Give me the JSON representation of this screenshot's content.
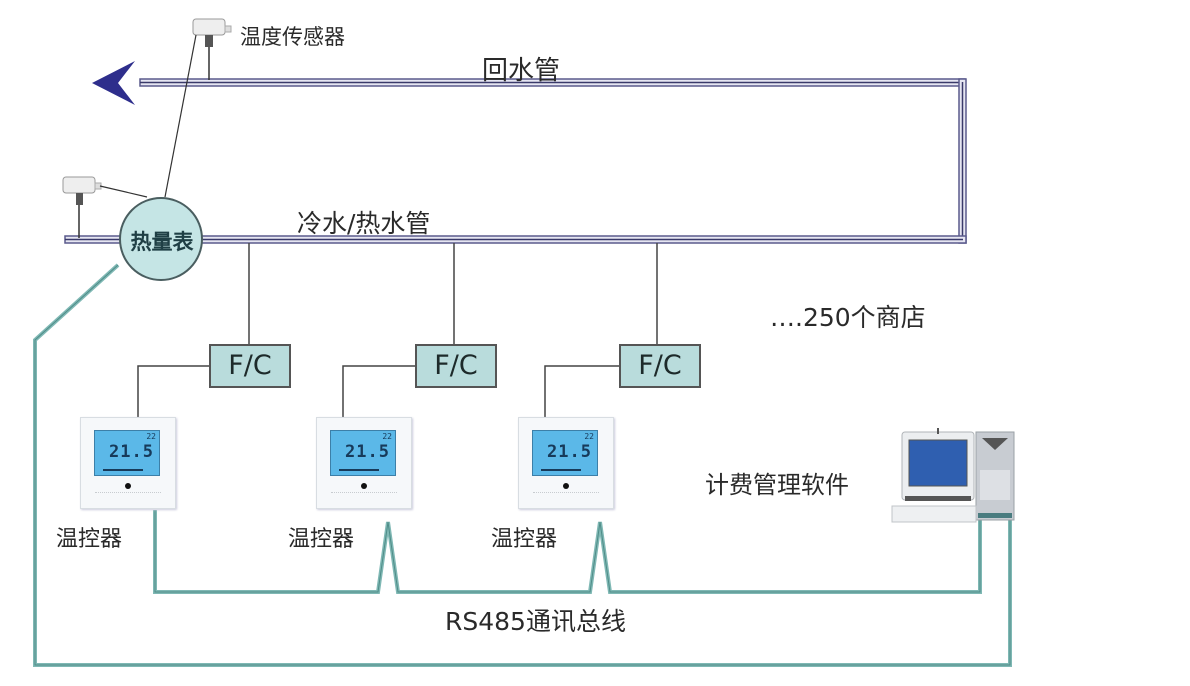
{
  "diagram": {
    "labels": {
      "temperature_sensor": "温度传感器",
      "return_pipe": "回水管",
      "supply_pipe": "冷水/热水管",
      "heat_meter": "热量表",
      "shops": "….250个商店",
      "billing_software": "计费管理软件",
      "bus": "RS485通讯总线"
    },
    "fan_coils": [
      {
        "label": "F/C"
      },
      {
        "label": "F/C"
      },
      {
        "label": "F/C"
      }
    ],
    "thermostats": [
      {
        "label": "温控器",
        "display_temp": "21.5",
        "unit": "℃",
        "set": "22"
      },
      {
        "label": "温控器",
        "display_temp": "21.5",
        "unit": "℃",
        "set": "22"
      },
      {
        "label": "温控器",
        "display_temp": "21.5",
        "unit": "℃",
        "set": "22"
      }
    ],
    "colors": {
      "pipe": "#5a5a8c",
      "arrow": "#2e2e8c",
      "bus": "#7fb8b4",
      "fc_fill": "#b9dcdc",
      "meter_fill": "#c5e5e5"
    }
  }
}
